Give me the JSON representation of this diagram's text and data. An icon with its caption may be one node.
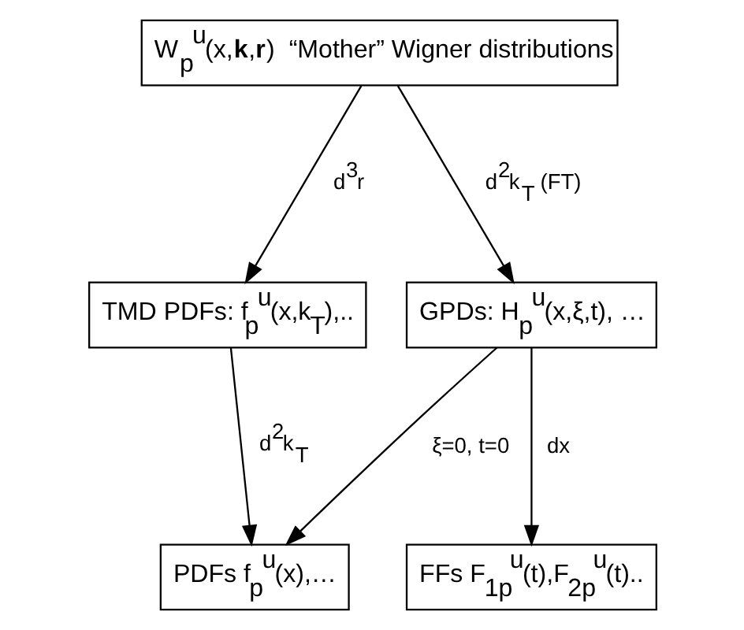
{
  "diagram": {
    "nodes": [
      {
        "text": [
          "W$_{p}$$^{u}$(x,**k**,**r**)  “Mother” Wigner distributions"
        ]
      },
      {
        "text": [
          "TMD PDFs: f$_{p}$$^{u}$(x,k$_{T}$),.."
        ]
      },
      {
        "text": [
          "GPDs: H$_{p}$$^{u}$(x,ξ,t), …"
        ]
      },
      {
        "text": [
          "PDFs f$_{p}$$^{u}$(x),…"
        ]
      },
      {
        "text": [
          "FFs F$_{1p}$$^{u}$(t),F$_{2p}$$^{u}$(t).."
        ]
      }
    ],
    "edges": [
      {
        "from": 0,
        "to": 1,
        "arrow": "to",
        "label": "d$^{3}$r"
      },
      {
        "from": 0,
        "to": 2,
        "arrow": "to",
        "label": "d$^{2}$k$_{T}$ (FT)"
      },
      {
        "from": 1,
        "to": 3,
        "arrow": "to",
        "label": "d$^{2}$k$_{T}$"
      },
      {
        "from": 2,
        "to": 3,
        "arrow": "to",
        "label": "ξ=0, t=0"
      },
      {
        "from": 2,
        "to": 4,
        "arrow": "to",
        "label": "dx"
      }
    ]
  }
}
